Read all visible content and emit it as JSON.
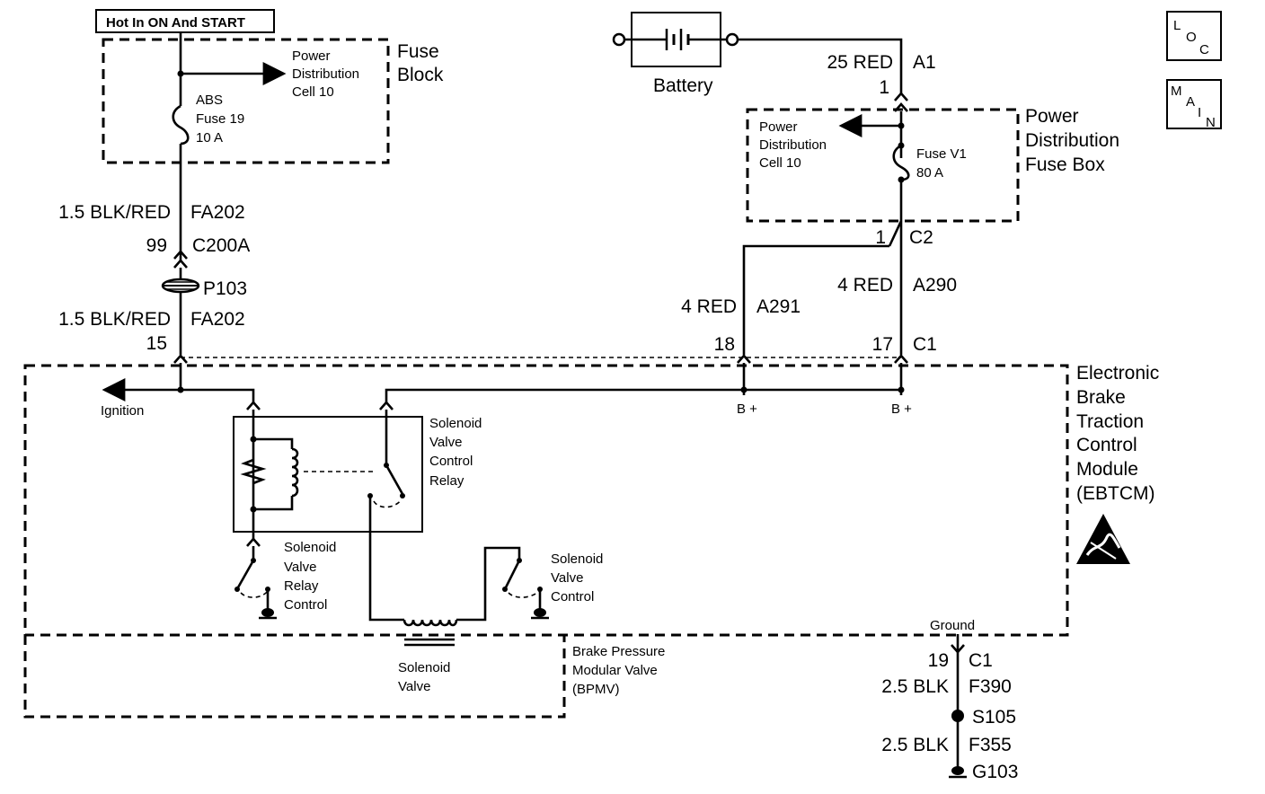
{
  "header": {
    "hot_label": "Hot In ON And START"
  },
  "fuse_block": {
    "title_line1": "Fuse",
    "title_line2": "Block",
    "pdc_line1": "Power",
    "pdc_line2": "Distribution",
    "pdc_line3": "Cell 10",
    "fuse_line1": "ABS",
    "fuse_line2": "Fuse 19",
    "fuse_line3": "10 A"
  },
  "left_wiring": {
    "w1_gauge": "1.5 BLK/RED",
    "w1_circuit": "FA202",
    "conn_pin": "99",
    "conn_name": "C200A",
    "splice": "P103",
    "w2_gauge": "1.5 BLK/RED",
    "w2_circuit": "FA202",
    "pin15": "15"
  },
  "battery": {
    "label": "Battery",
    "wire_gauge": "25 RED",
    "wire_circuit": "A1",
    "pin": "1"
  },
  "pdfb": {
    "title_line1": "Power",
    "title_line2": "Distribution",
    "title_line3": "Fuse Box",
    "pdc_line1": "Power",
    "pdc_line2": "Distribution",
    "pdc_line3": "Cell 10",
    "fuse_line1": "Fuse V1",
    "fuse_line2": "80 A",
    "c2_pin": "1",
    "c2_name": "C2"
  },
  "right_wiring": {
    "a291_gauge": "4 RED",
    "a291_circuit": "A291",
    "a290_gauge": "4 RED",
    "a290_circuit": "A290",
    "pin18": "18",
    "pin17": "17",
    "c1": "C1"
  },
  "ebtcm": {
    "title_line1": "Electronic",
    "title_line2": "Brake",
    "title_line3": "Traction",
    "title_line4": "Control",
    "title_line5": "Module",
    "title_line6": "(EBTCM)",
    "ignition": "Ignition",
    "bplus1": "B +",
    "bplus2": "B +",
    "relay_line1": "Solenoid",
    "relay_line2": "Valve",
    "relay_line3": "Control",
    "relay_line4": "Relay",
    "rc_line1": "Solenoid",
    "rc_line2": "Valve",
    "rc_line3": "Relay",
    "rc_line4": "Control",
    "svc_line1": "Solenoid",
    "svc_line2": "Valve",
    "svc_line3": "Control",
    "ground": "Ground"
  },
  "bpmv": {
    "title_line1": "Brake Pressure",
    "title_line2": "Modular Valve",
    "title_line3": "(BPMV)",
    "sv_line1": "Solenoid",
    "sv_line2": "Valve"
  },
  "ground_wiring": {
    "pin": "19",
    "conn": "C1",
    "w1_gauge": "2.5 BLK",
    "w1_circuit": "F390",
    "splice": "S105",
    "w2_gauge": "2.5 BLK",
    "w2_circuit": "F355",
    "ground": "G103"
  },
  "nav": {
    "loc_1": "L",
    "loc_2": "O",
    "loc_3": "C",
    "main_1": "M",
    "main_2": "A",
    "main_3": "I",
    "main_4": "N"
  }
}
